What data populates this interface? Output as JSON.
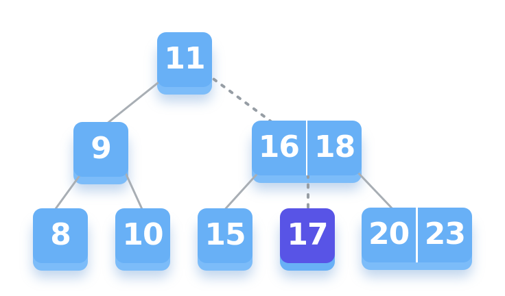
{
  "figure": {
    "nodes": [
      {
        "id": "n11",
        "keys": [
          "11"
        ],
        "variant": "normal"
      },
      {
        "id": "n9",
        "keys": [
          "9"
        ],
        "variant": "normal"
      },
      {
        "id": "n16-18",
        "keys": [
          "16",
          "18"
        ],
        "variant": "normal"
      },
      {
        "id": "n8",
        "keys": [
          "8"
        ],
        "variant": "normal"
      },
      {
        "id": "n10",
        "keys": [
          "10"
        ],
        "variant": "normal"
      },
      {
        "id": "n15",
        "keys": [
          "15"
        ],
        "variant": "normal"
      },
      {
        "id": "n17",
        "keys": [
          "17"
        ],
        "variant": "highlighted"
      },
      {
        "id": "n20-23",
        "keys": [
          "20",
          "23"
        ],
        "variant": "normal"
      }
    ],
    "edges": [
      {
        "from": "n11",
        "to": "n9",
        "style": "solid"
      },
      {
        "from": "n11",
        "to": "n16-18",
        "style": "dashed"
      },
      {
        "from": "n9",
        "to": "n8",
        "style": "solid"
      },
      {
        "from": "n9",
        "to": "n10",
        "style": "solid"
      },
      {
        "from": "n16-18",
        "to": "n15",
        "style": "solid"
      },
      {
        "from": "n16-18",
        "to": "n17",
        "style": "dashed"
      },
      {
        "from": "n16-18",
        "to": "n20-23",
        "style": "solid"
      }
    ],
    "colors": {
      "node_fill": "#68b0f6",
      "node_base": "#7cbcf9",
      "highlight_fill": "#5854e6",
      "key_text": "#ffffff",
      "edge_solid": "#a8aeb4",
      "edge_dashed": "#969da4",
      "divider": "#ffffff"
    }
  }
}
